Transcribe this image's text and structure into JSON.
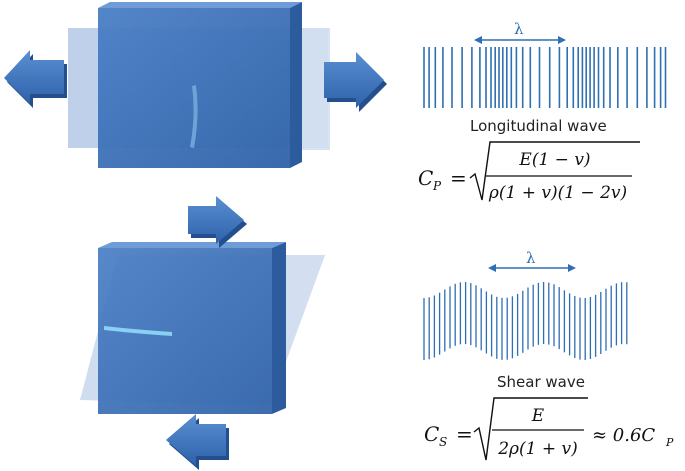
{
  "colors": {
    "block_front": "#3c70b8",
    "block_top": "#6f9bd6",
    "block_side": "#2d5c9e",
    "ghost": "#a9c1e3",
    "ghost_light": "#d3e0f1",
    "arrow": "#3f78c4",
    "wave_line": "#2f6fb3",
    "crack": "#6ea3d8",
    "crack_bright": "#8ad0f2"
  },
  "icons": {
    "arrow_left": "arrow-left-icon",
    "arrow_right": "arrow-right-icon",
    "double_arrow": "double-headed-arrow-icon"
  },
  "longitudinal": {
    "lambda_label": "λ",
    "caption": "Longitudinal wave",
    "equation": {
      "lhs": "C",
      "lhs_sub": "P",
      "numerator": "E(1 − v)",
      "denominator": "ρ(1 + v)(1 − 2v)"
    }
  },
  "shear": {
    "lambda_label": "λ",
    "caption": "Shear wave",
    "equation": {
      "lhs": "C",
      "lhs_sub": "S",
      "numerator": "E",
      "denominator": "2ρ(1 + v)",
      "approx": "≈ 0.6C",
      "approx_sub": "P"
    }
  }
}
